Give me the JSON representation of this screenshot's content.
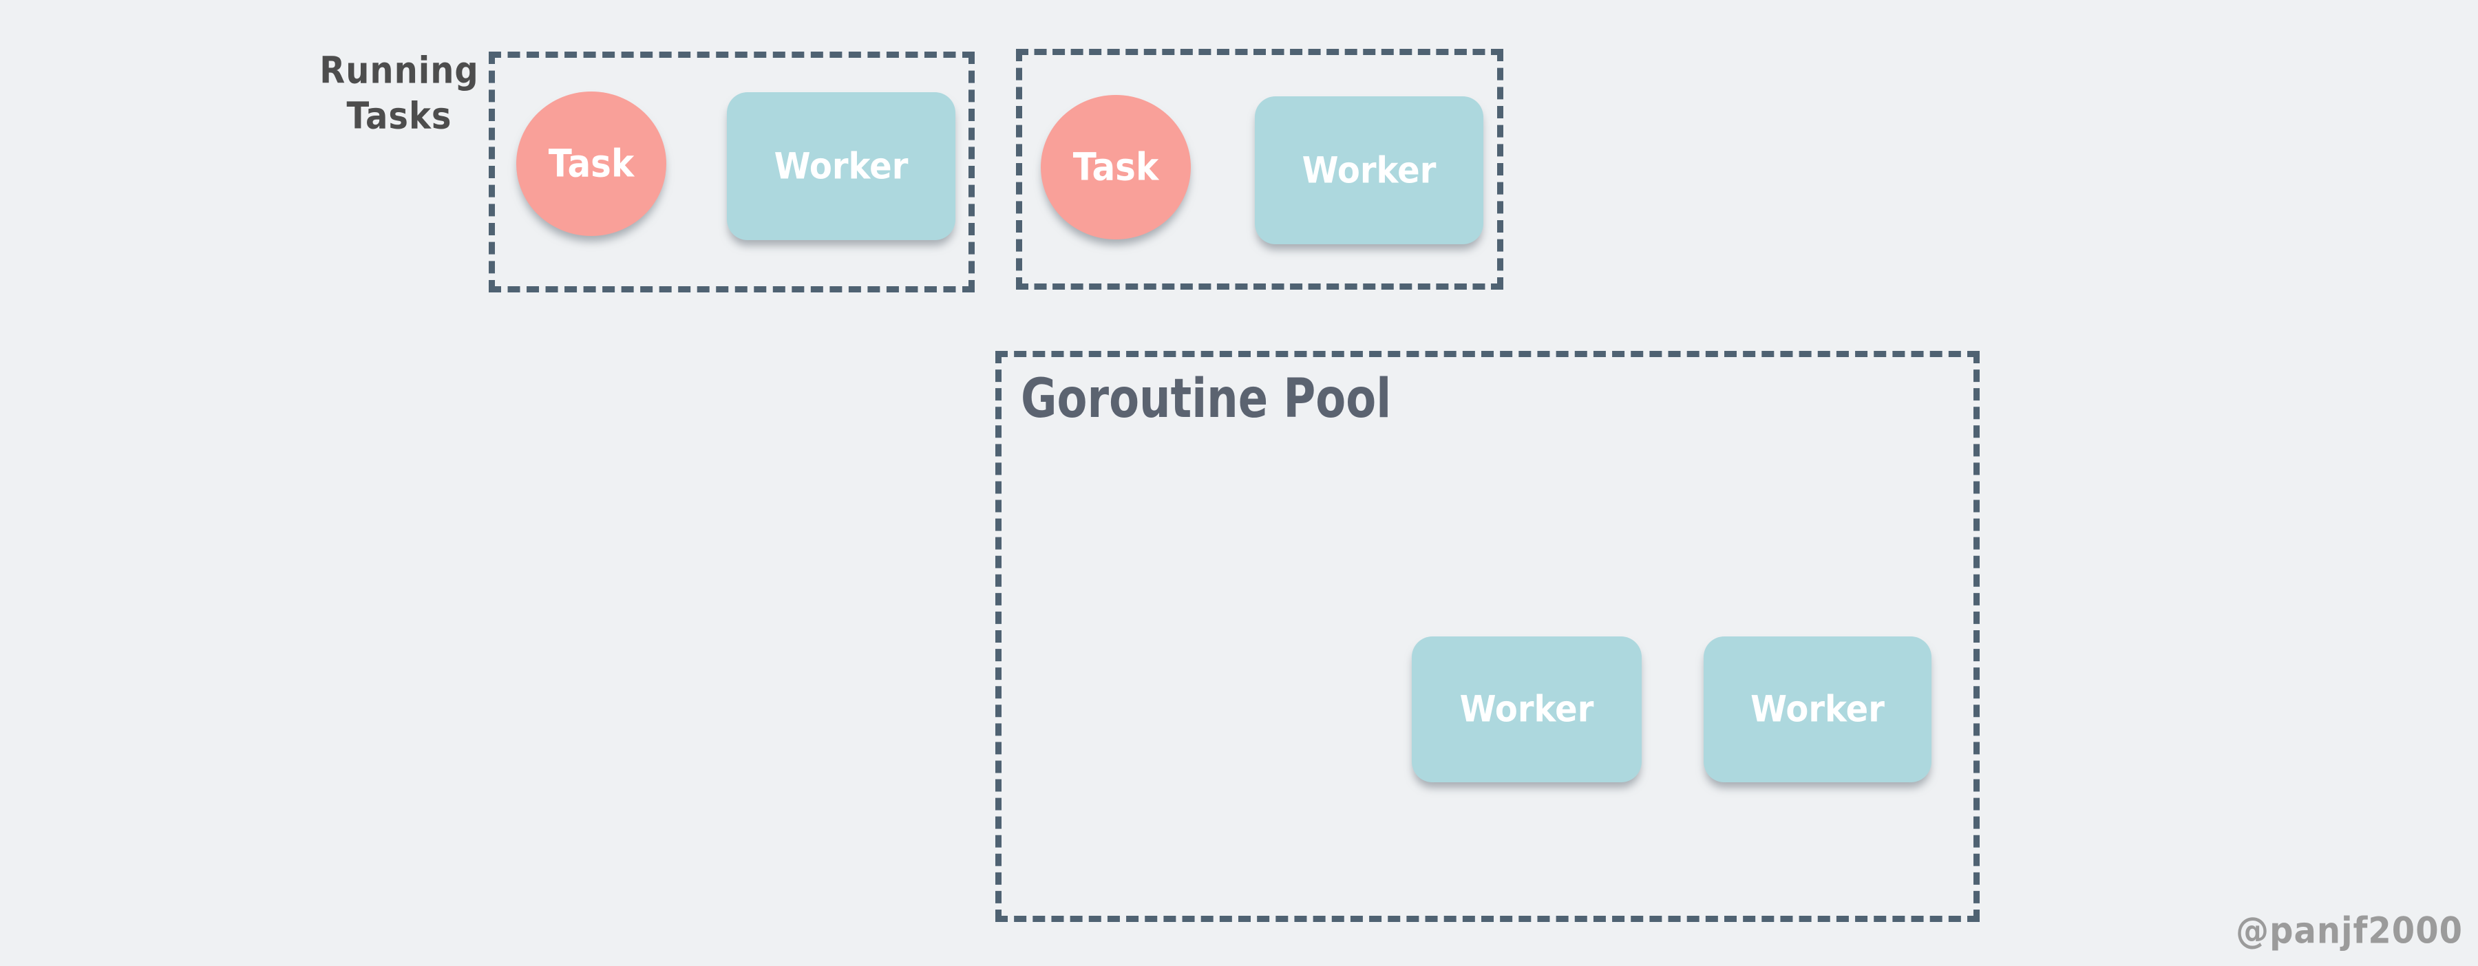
{
  "background": "#EFF1F3",
  "colors": {
    "task_fill": "#F9A099",
    "worker_fill": "#ADD8DE",
    "dash_border": "#4F6272",
    "shape_text": "#FFFFFF",
    "pool_title": "#5B6370",
    "running_tasks_label": "#4D4D4D",
    "watermark": "#9B9B9B"
  },
  "labels": {
    "running_tasks_line1": "Running",
    "running_tasks_line2": "Tasks",
    "watermark": "@panjf2000"
  },
  "running_slots": [
    {
      "task": "Task",
      "worker": "Worker"
    },
    {
      "task": "Task",
      "worker": "Worker"
    }
  ],
  "pool": {
    "title": "Goroutine Pool",
    "workers": [
      {
        "label": "Worker"
      },
      {
        "label": "Worker"
      }
    ]
  }
}
